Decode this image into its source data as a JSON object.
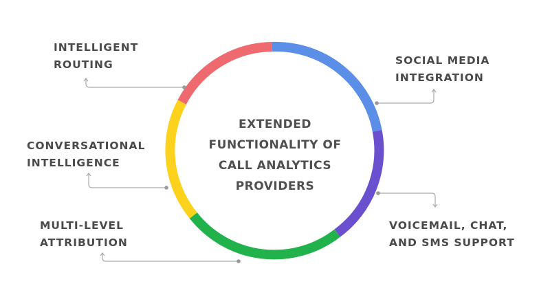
{
  "center": {
    "line1": "EXTENDED",
    "line2": "FUNCTIONALITY OF",
    "line3": "CALL ANALYTICS",
    "line4": "PROVIDERS"
  },
  "features": [
    {
      "line1": "INTELLIGENT",
      "line2": "ROUTING",
      "color": "#ee6a6e"
    },
    {
      "line1": "SOCIAL MEDIA",
      "line2": "INTEGRATION",
      "color": "#5b8ee6"
    },
    {
      "line1": "CONVERSATIONAL",
      "line2": "INTELLIGENCE",
      "color": "#fcd21d"
    },
    {
      "line1": "VOICEMAIL, CHAT,",
      "line2": "AND SMS SUPPORT",
      "color": "#6a4fcf"
    },
    {
      "line1": "MULTI-LEVEL",
      "line2": "ATTRIBUTION",
      "color": "#22b24c"
    }
  ],
  "connector_color": "#aaaaaa"
}
